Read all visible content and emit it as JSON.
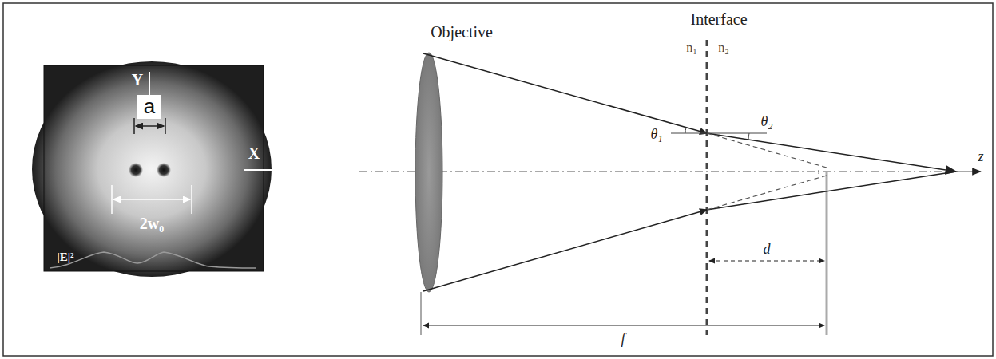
{
  "diagram": {
    "labels": [
      "Y",
      "a",
      "X",
      "2w₀",
      "|E|²",
      "Objective",
      "Interface",
      "n₁",
      "n₂",
      "θ₁",
      "θ₂",
      "z",
      "d",
      "f"
    ]
  }
}
